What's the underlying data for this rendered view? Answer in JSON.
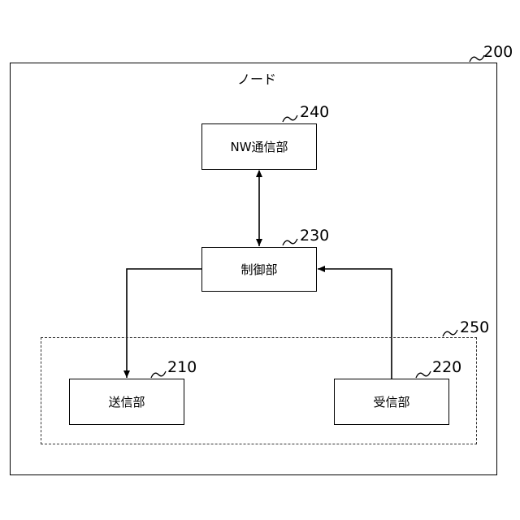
{
  "diagram": {
    "title": "ノード",
    "ref_outer": "200",
    "ref_group": "250",
    "nodes": {
      "nw": {
        "label": "NW通信部",
        "ref": "240"
      },
      "control": {
        "label": "制御部",
        "ref": "230"
      },
      "send": {
        "label": "送信部",
        "ref": "210"
      },
      "recv": {
        "label": "受信部",
        "ref": "220"
      }
    }
  }
}
